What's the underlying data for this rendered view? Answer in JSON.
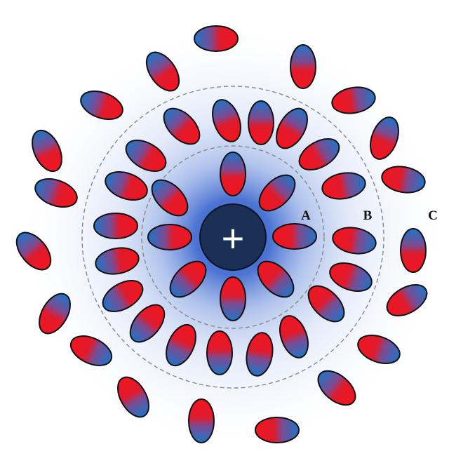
{
  "ion": {
    "sign": "+"
  },
  "shells": [
    {
      "label": "A"
    },
    {
      "label": "B"
    },
    {
      "label": "C"
    }
  ],
  "colors": {
    "ion_fill": "#1c2f55",
    "halo": "#2f5cc8",
    "dipole_negative": "#f01620",
    "dipole_positive": "#1e74c6",
    "shell_outline": "#888888"
  }
}
